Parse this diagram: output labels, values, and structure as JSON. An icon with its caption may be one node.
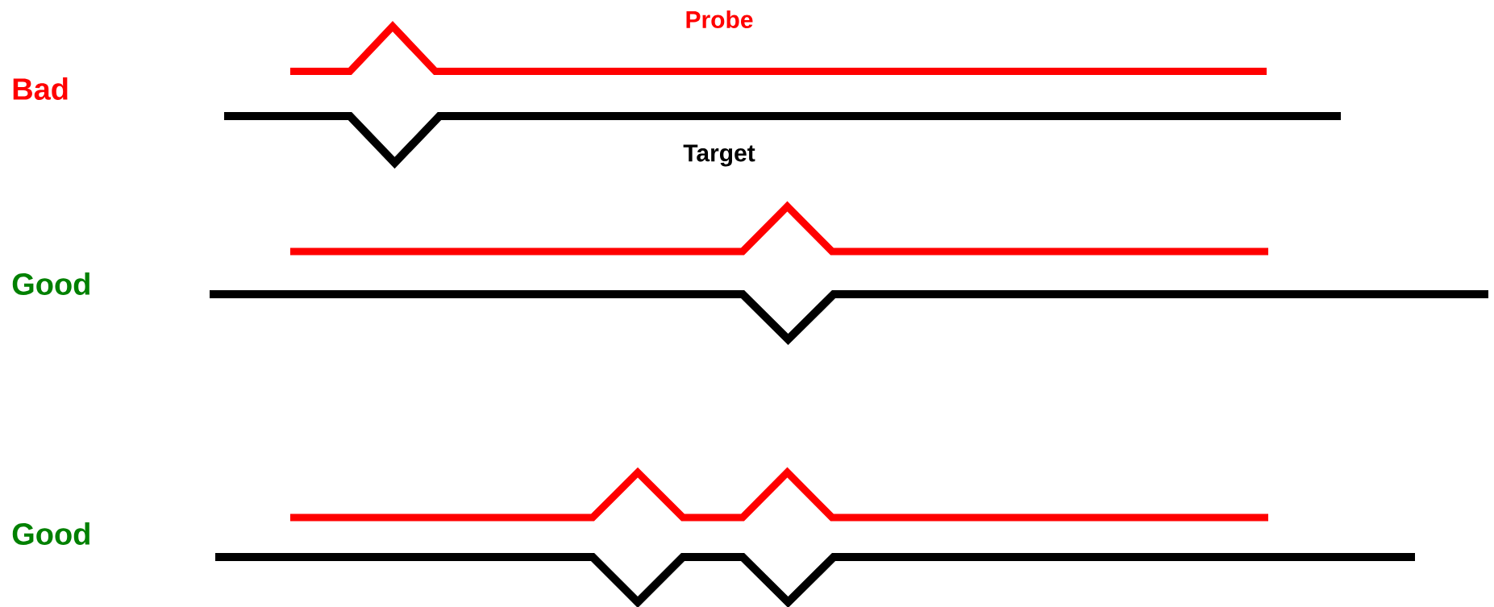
{
  "diagram": {
    "labels": [
      "Probe",
      "Bad",
      "Target",
      "Good",
      "Good"
    ]
  }
}
